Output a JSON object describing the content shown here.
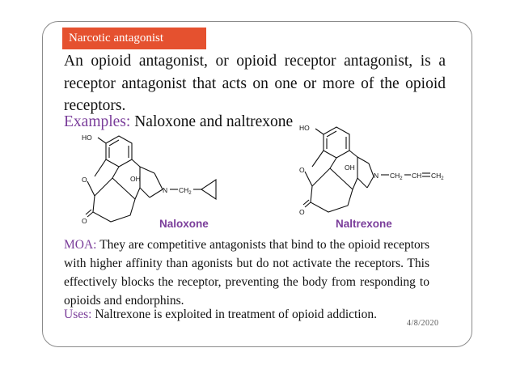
{
  "slide": {
    "title": "Narcotic antagonist",
    "intro": "An opioid antagonist, or opioid receptor antagonist, is a receptor antagonist that acts on one or more of the opioid receptors.",
    "examples_label": "Examples:",
    "examples_text": " Naloxone and naltrexone",
    "moa_label": "MOA:",
    "moa_text": " They are competitive antagonists that bind to the opioid receptors with higher affinity than agonists but do not activate the receptors. This effectively blocks the receptor, preventing the body from responding to opioids and endorphins.",
    "uses_label": "Uses:",
    "uses_text": " Naltrexone is exploited in treatment of opioid addiction.",
    "date": "4/8/2020"
  },
  "molecules": {
    "naloxone": {
      "name": "Naloxone",
      "atoms": {
        "ho": "HO",
        "o_ring": "O",
        "oh": "OH",
        "n": "N",
        "ch2": "CH",
        "ch2_sub": "2",
        "o_keto": "O"
      }
    },
    "naltrexone": {
      "name": "Naltrexone",
      "atoms": {
        "ho": "HO",
        "o_ring": "O",
        "oh": "OH",
        "n": "N",
        "ch2": "CH",
        "ch2_sub": "2",
        "ch": "CH",
        "ch2b": "CH",
        "ch2b_sub": "2",
        "o_keto": "O"
      }
    }
  }
}
